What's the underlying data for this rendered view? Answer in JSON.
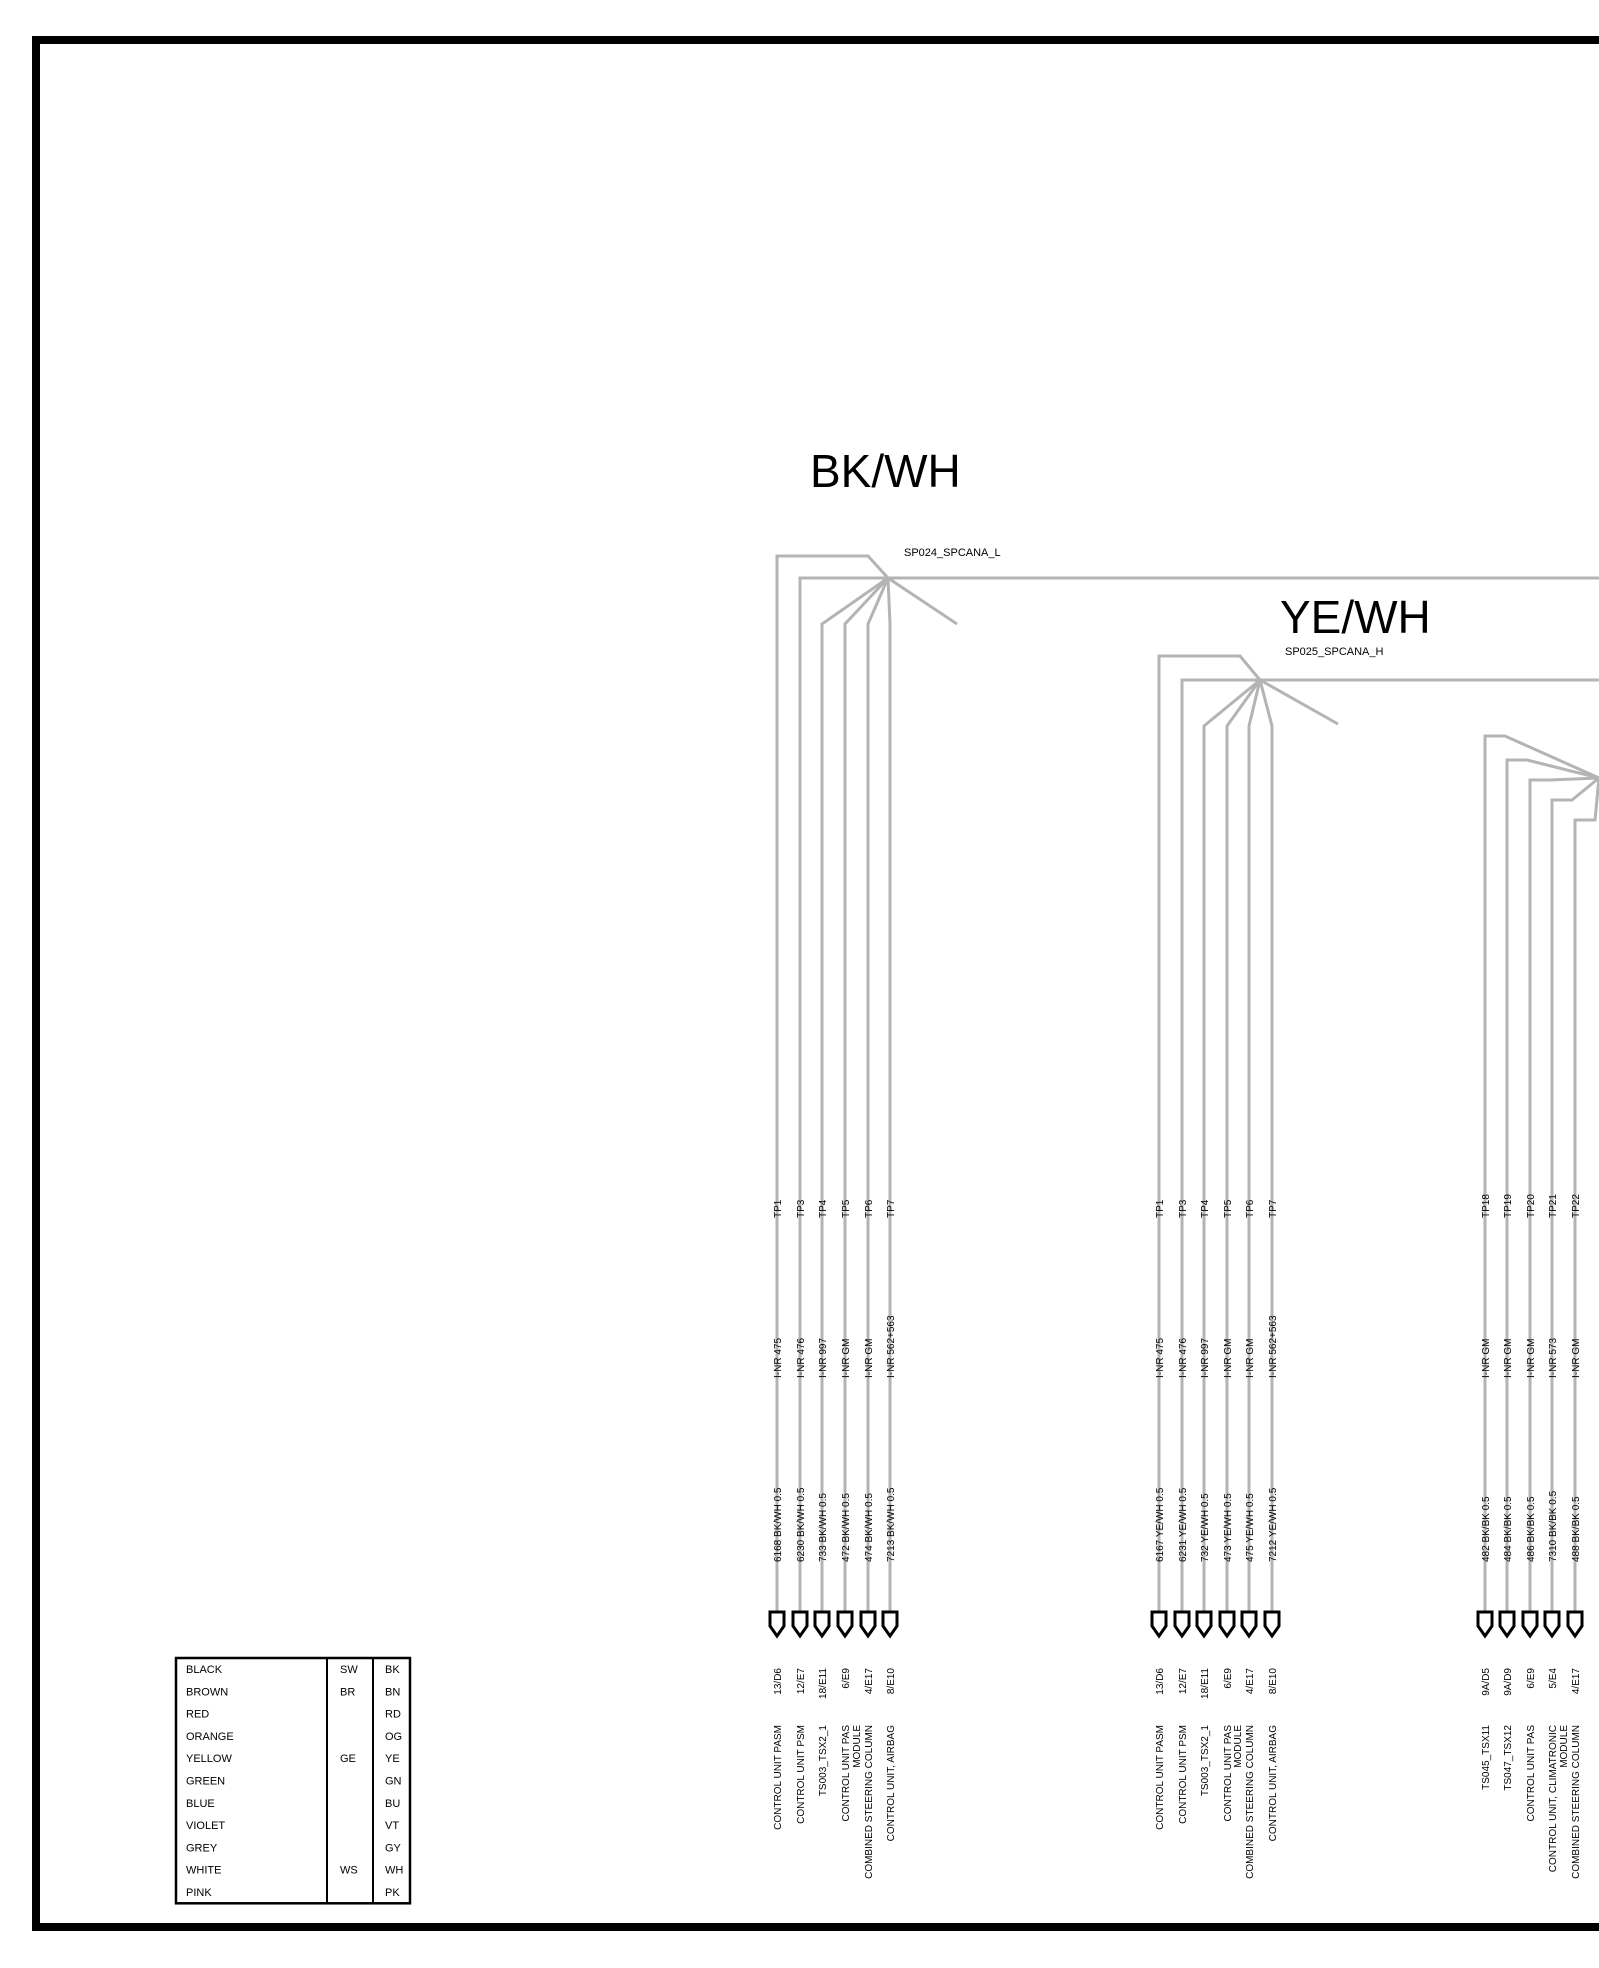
{
  "groups": [
    {
      "title": "BK/WH",
      "splice": "SP024_SPCANA_L",
      "wires": [
        {
          "tp": "TP1",
          "inr": "I-NR 475",
          "wire": "6168 BK/WH 0.5",
          "pin": "13/D6",
          "dest": [
            "CONTROL UNIT PASM"
          ]
        },
        {
          "tp": "TP3",
          "inr": "I-NR 476",
          "wire": "6230 BK/WH 0.5",
          "pin": "12/E7",
          "dest": [
            "CONTROL UNIT PSM"
          ]
        },
        {
          "tp": "TP4",
          "inr": "I-NR 997",
          "wire": "733 BK/WH 0.5",
          "pin": "18/E11",
          "dest": [
            "TS003_TSX2_1"
          ]
        },
        {
          "tp": "TP5",
          "inr": "I-NR GM",
          "wire": "472 BK/WH 0.5",
          "pin": "6/E9",
          "dest": [
            "CONTROL UNIT PAS"
          ]
        },
        {
          "tp": "TP6",
          "inr": "I-NR GM",
          "wire": "474 BK/WH 0.5",
          "pin": "4/E17",
          "dest": [
            "COMBINED STEERING COLUMN",
            "MODULE"
          ]
        },
        {
          "tp": "TP7",
          "inr": "I-NR 562+563",
          "wire": "7213 BK/WH 0.5",
          "pin": "8/E10",
          "dest": [
            "CONTROL UNIT, AIRBAG"
          ]
        }
      ]
    },
    {
      "title": "YE/WH",
      "splice": "SP025_SPCANA_H",
      "wires": [
        {
          "tp": "TP1",
          "inr": "I-NR 475",
          "wire": "6167 YE/WH 0.5",
          "pin": "13/D6",
          "dest": [
            "CONTROL UNIT PASM"
          ]
        },
        {
          "tp": "TP3",
          "inr": "I-NR 476",
          "wire": "6231 YE/WH 0.5",
          "pin": "12/E7",
          "dest": [
            "CONTROL UNIT PSM"
          ]
        },
        {
          "tp": "TP4",
          "inr": "I-NR 997",
          "wire": "732 YE/WH 0.5",
          "pin": "18/E11",
          "dest": [
            "TS003_TSX2_1"
          ]
        },
        {
          "tp": "TP5",
          "inr": "I-NR GM",
          "wire": "473 YE/WH 0.5",
          "pin": "6/E9",
          "dest": [
            "CONTROL UNIT PAS"
          ]
        },
        {
          "tp": "TP6",
          "inr": "I-NR GM",
          "wire": "475 YE/WH 0.5",
          "pin": "4/E17",
          "dest": [
            "COMBINED STEERING COLUMN",
            "MODULE"
          ]
        },
        {
          "tp": "TP7",
          "inr": "I-NR 562+563",
          "wire": "7212 YE/WH 0.5",
          "pin": "8/E10",
          "dest": [
            "CONTROL UNIT, AIRBAG"
          ]
        }
      ]
    },
    {
      "title": "",
      "splice": "",
      "wires": [
        {
          "tp": "TP18",
          "inr": "I-NR GM",
          "wire": "482 BK/BK 0.5",
          "pin": "9A/D5",
          "dest": [
            "TS045_TSX11"
          ]
        },
        {
          "tp": "TP19",
          "inr": "I-NR GM",
          "wire": "484 BK/BK 0.5",
          "pin": "9A/D9",
          "dest": [
            "TS047_TSX12"
          ]
        },
        {
          "tp": "TP20",
          "inr": "I-NR GM",
          "wire": "486 BK/BK 0.5",
          "pin": "6/E9",
          "dest": [
            "CONTROL UNIT PAS"
          ]
        },
        {
          "tp": "TP21",
          "inr": "I-NR 573",
          "wire": "7310 BK/BK 0.5",
          "pin": "5/E4",
          "dest": [
            "CONTROL UNIT, CLIMATRONIC"
          ]
        },
        {
          "tp": "TP22",
          "inr": "I-NR GM",
          "wire": "488 BK/BK 0.5",
          "pin": "4/E17",
          "dest": [
            "COMBINED STEERING COLUMN",
            "MODULE"
          ]
        }
      ]
    }
  ],
  "legend": [
    {
      "name": "BLACK",
      "de": "SW",
      "code": "BK"
    },
    {
      "name": "BROWN",
      "de": "BR",
      "code": "BN"
    },
    {
      "name": "RED",
      "de": "",
      "code": "RD"
    },
    {
      "name": "ORANGE",
      "de": "",
      "code": "OG"
    },
    {
      "name": "YELLOW",
      "de": "GE",
      "code": "YE"
    },
    {
      "name": "GREEN",
      "de": "",
      "code": "GN"
    },
    {
      "name": "BLUE",
      "de": "",
      "code": "BU"
    },
    {
      "name": "VIOLET",
      "de": "",
      "code": "VT"
    },
    {
      "name": "GREY",
      "de": "",
      "code": "GY"
    },
    {
      "name": "WHITE",
      "de": "WS",
      "code": "WH"
    },
    {
      "name": "PINK",
      "de": "",
      "code": "PK"
    }
  ],
  "colors": {
    "wire": "#b4b4b4",
    "frame": "#000000",
    "background": "#ffffff"
  }
}
